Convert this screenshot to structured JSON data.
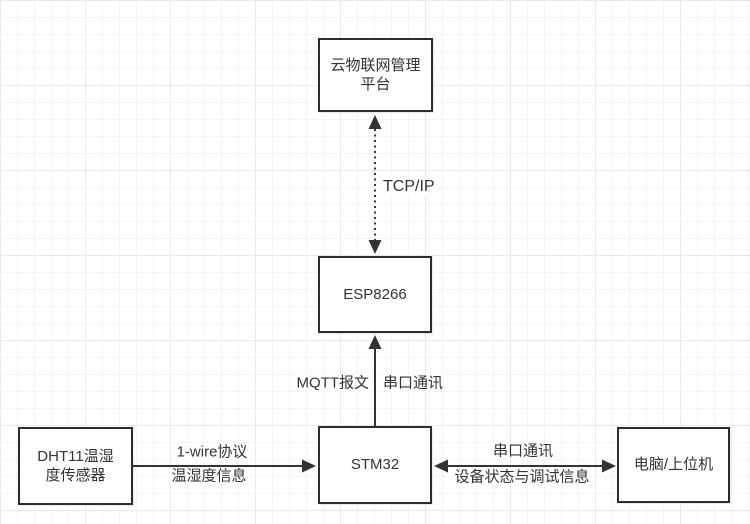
{
  "nodes": {
    "cloud": {
      "label": "云物联网管理\n平台"
    },
    "esp8266": {
      "label": "ESP8266"
    },
    "stm32": {
      "label": "STM32"
    },
    "dht11": {
      "label": "DHT11温湿\n度传感器"
    },
    "pc": {
      "label": "电脑/上位机"
    }
  },
  "edges": {
    "cloud_esp": {
      "label": "TCP/IP",
      "style": "dotted",
      "direction": "both"
    },
    "stm32_esp": {
      "label_left": "MQTT报文",
      "label_right": "串口通讯",
      "style": "solid",
      "direction": "up"
    },
    "dht11_stm32": {
      "label_top": "1-wire协议",
      "label_bottom": "温湿度信息",
      "style": "solid",
      "direction": "right"
    },
    "stm32_pc": {
      "label_top": "串口通讯",
      "label_bottom": "设备状态与调试信息",
      "style": "solid",
      "direction": "both"
    }
  },
  "style": {
    "background": "#ffffff",
    "grid_minor_color": "#f4f4f4",
    "grid_major_color": "#e9e9e9",
    "node_fill": "#ffffff",
    "node_border_color": "#2d2d2d",
    "edge_color": "#333333",
    "text_color": "#333333"
  }
}
